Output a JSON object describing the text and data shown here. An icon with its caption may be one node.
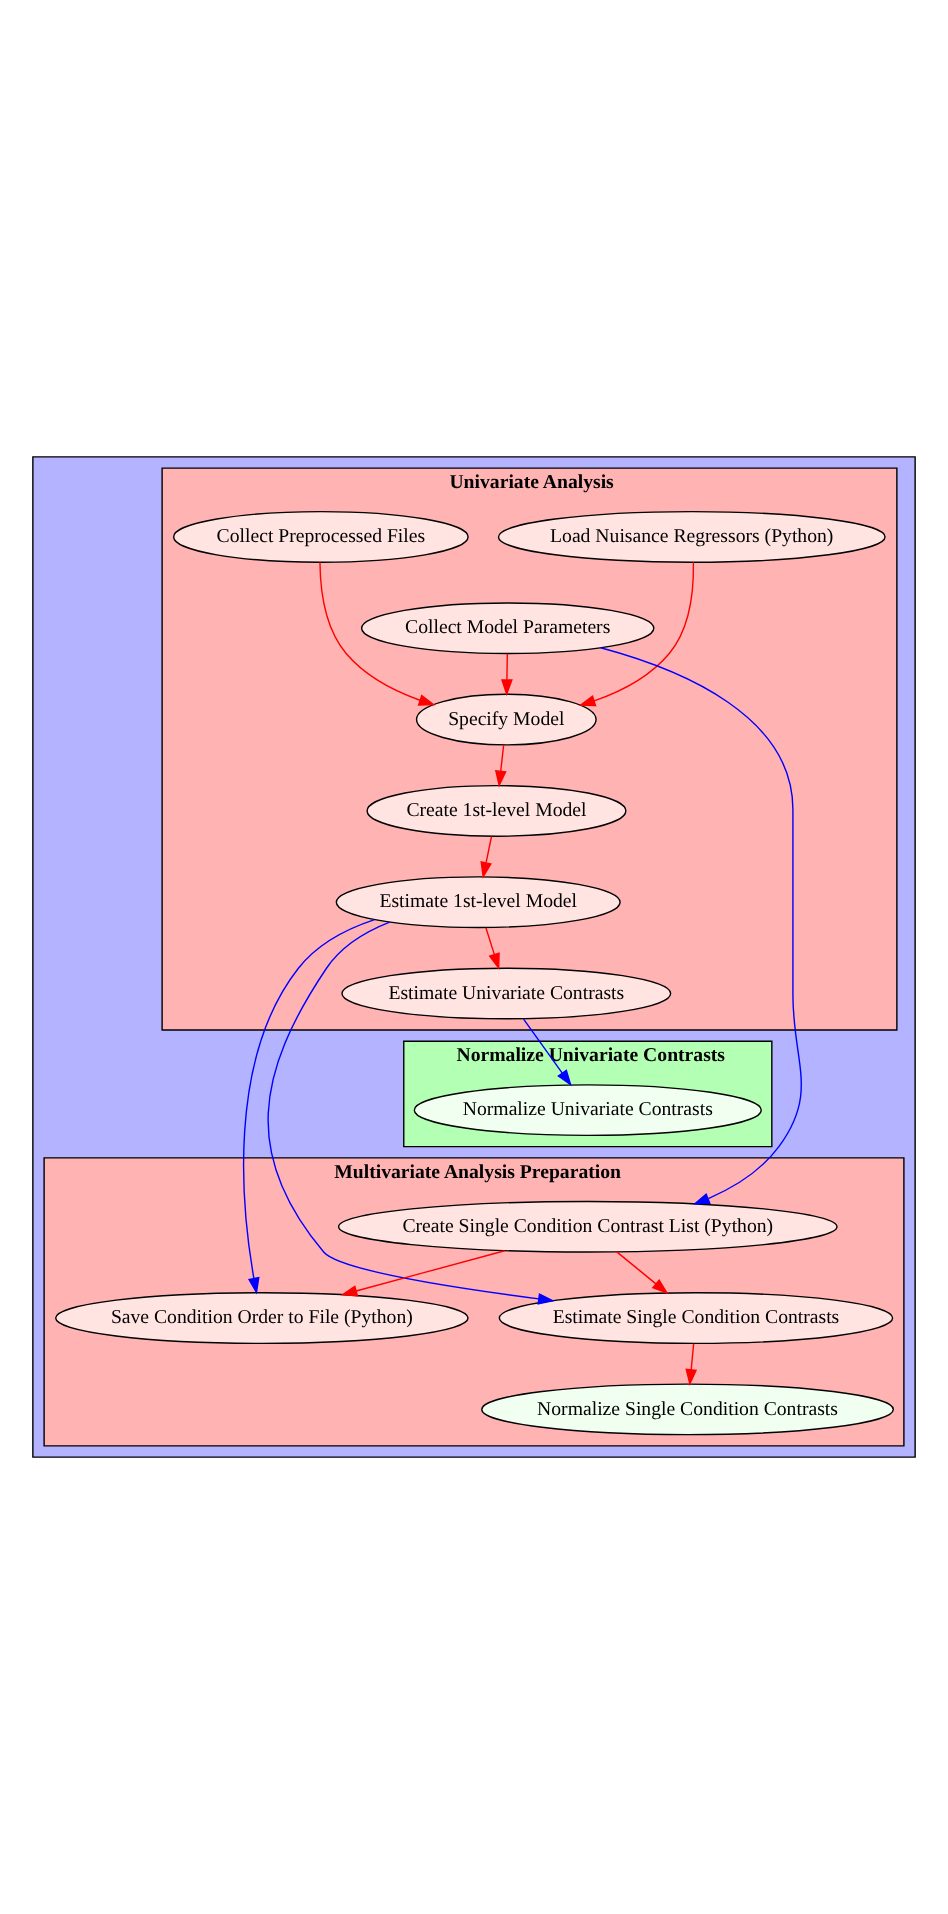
{
  "diagram": {
    "nodes": [
      {
        "text": [],
        "shape": "box"
      },
      {
        "text": [
          "Univariate Analysis"
        ],
        "in": 0
      },
      {
        "text": [
          "Load Nuisance Regressors (Python)"
        ],
        "in": 1
      },
      {
        "text": [
          "Collect Preprocessed Files"
        ],
        "in": 1
      },
      {
        "text": [
          "Collect Model Parameters"
        ],
        "in": 1
      },
      {
        "text": [
          "Specify Model"
        ],
        "in": 1
      },
      {
        "text": [
          "Create 1st-level Model"
        ],
        "in": 1
      },
      {
        "text": [
          "Estimate 1st-level Model"
        ],
        "in": 1
      },
      {
        "text": [
          "Estimate Univariate Contrasts"
        ],
        "in": 1
      },
      {
        "text": [
          "Normalize Univariate Contrasts"
        ],
        "in": 0
      },
      {
        "text": [
          "Normalize Univariate Contrasts"
        ],
        "in": 9
      },
      {
        "text": [
          "Multivariate Analysis Preparation"
        ],
        "in": 0
      },
      {
        "text": [
          "Create Single Condition Contrast List (Python)"
        ],
        "in": 11
      },
      {
        "text": [
          "Save Condition Order to File (Python)"
        ],
        "in": 11
      },
      {
        "text": [
          "Estimate Single Condition Contrasts"
        ],
        "in": 11
      },
      {
        "text": [
          "Normalize Single Condition Contrasts"
        ],
        "in": 11
      }
    ],
    "edges": [
      {
        "from": 2,
        "to": 5,
        "arrow": "to"
      },
      {
        "from": 4,
        "to": 5,
        "arrow": "to"
      },
      {
        "from": 3,
        "to": 5,
        "arrow": "to"
      },
      {
        "from": 4,
        "to": 12,
        "arrow": "to",
        "color": "#0000ff"
      },
      {
        "from": 5,
        "to": 6,
        "arrow": "to"
      },
      {
        "from": 6,
        "to": 7,
        "arrow": "to"
      },
      {
        "from": 7,
        "to": 8,
        "arrow": "to"
      },
      {
        "from": 7,
        "to": 13,
        "arrow": "to",
        "color": "#0000ff"
      },
      {
        "from": 7,
        "to": 14,
        "arrow": "to",
        "color": "#0000ff"
      },
      {
        "from": 8,
        "to": 10,
        "arrow": "to",
        "color": "#0000ff"
      },
      {
        "from": 12,
        "to": 13,
        "arrow": "to"
      },
      {
        "from": 12,
        "to": 14,
        "arrow": "to"
      },
      {
        "from": 14,
        "to": 15,
        "arrow": "to"
      }
    ]
  }
}
